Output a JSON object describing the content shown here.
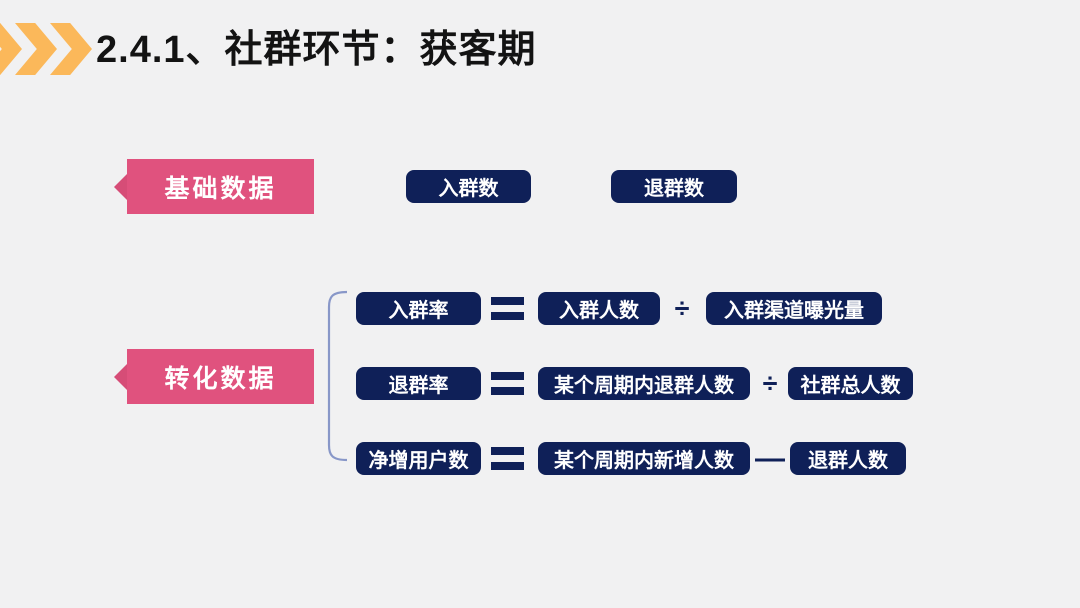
{
  "slide": {
    "title": "2.4.1、社群环节：获客期"
  },
  "colors": {
    "background": "#f1f1f2",
    "accent_orange": "#fbb85a",
    "accent_pink": "#e0527e",
    "navy": "#0f2058",
    "bracket_blue": "#8897c8",
    "title_black": "#131313"
  },
  "icons": {
    "chevrons": "triple-right-chevron",
    "equals": "=",
    "bracket": "left-square-bracket"
  },
  "basic_data": {
    "label": "基础数据",
    "items": [
      {
        "label": "入群数"
      },
      {
        "label": "退群数"
      }
    ]
  },
  "conversion_data": {
    "label": "转化数据",
    "formulas": [
      {
        "result": "入群率",
        "equals": "=",
        "operand1": "入群人数",
        "operator": "÷",
        "operand2": "入群渠道曝光量"
      },
      {
        "result": "退群率",
        "equals": "=",
        "operand1": "某个周期内退群人数",
        "operator": "÷",
        "operand2": "社群总人数"
      },
      {
        "result": "净增用户数",
        "equals": "=",
        "operand1": "某个周期内新增人数",
        "operator": "—",
        "operand2": "退群人数"
      }
    ]
  }
}
